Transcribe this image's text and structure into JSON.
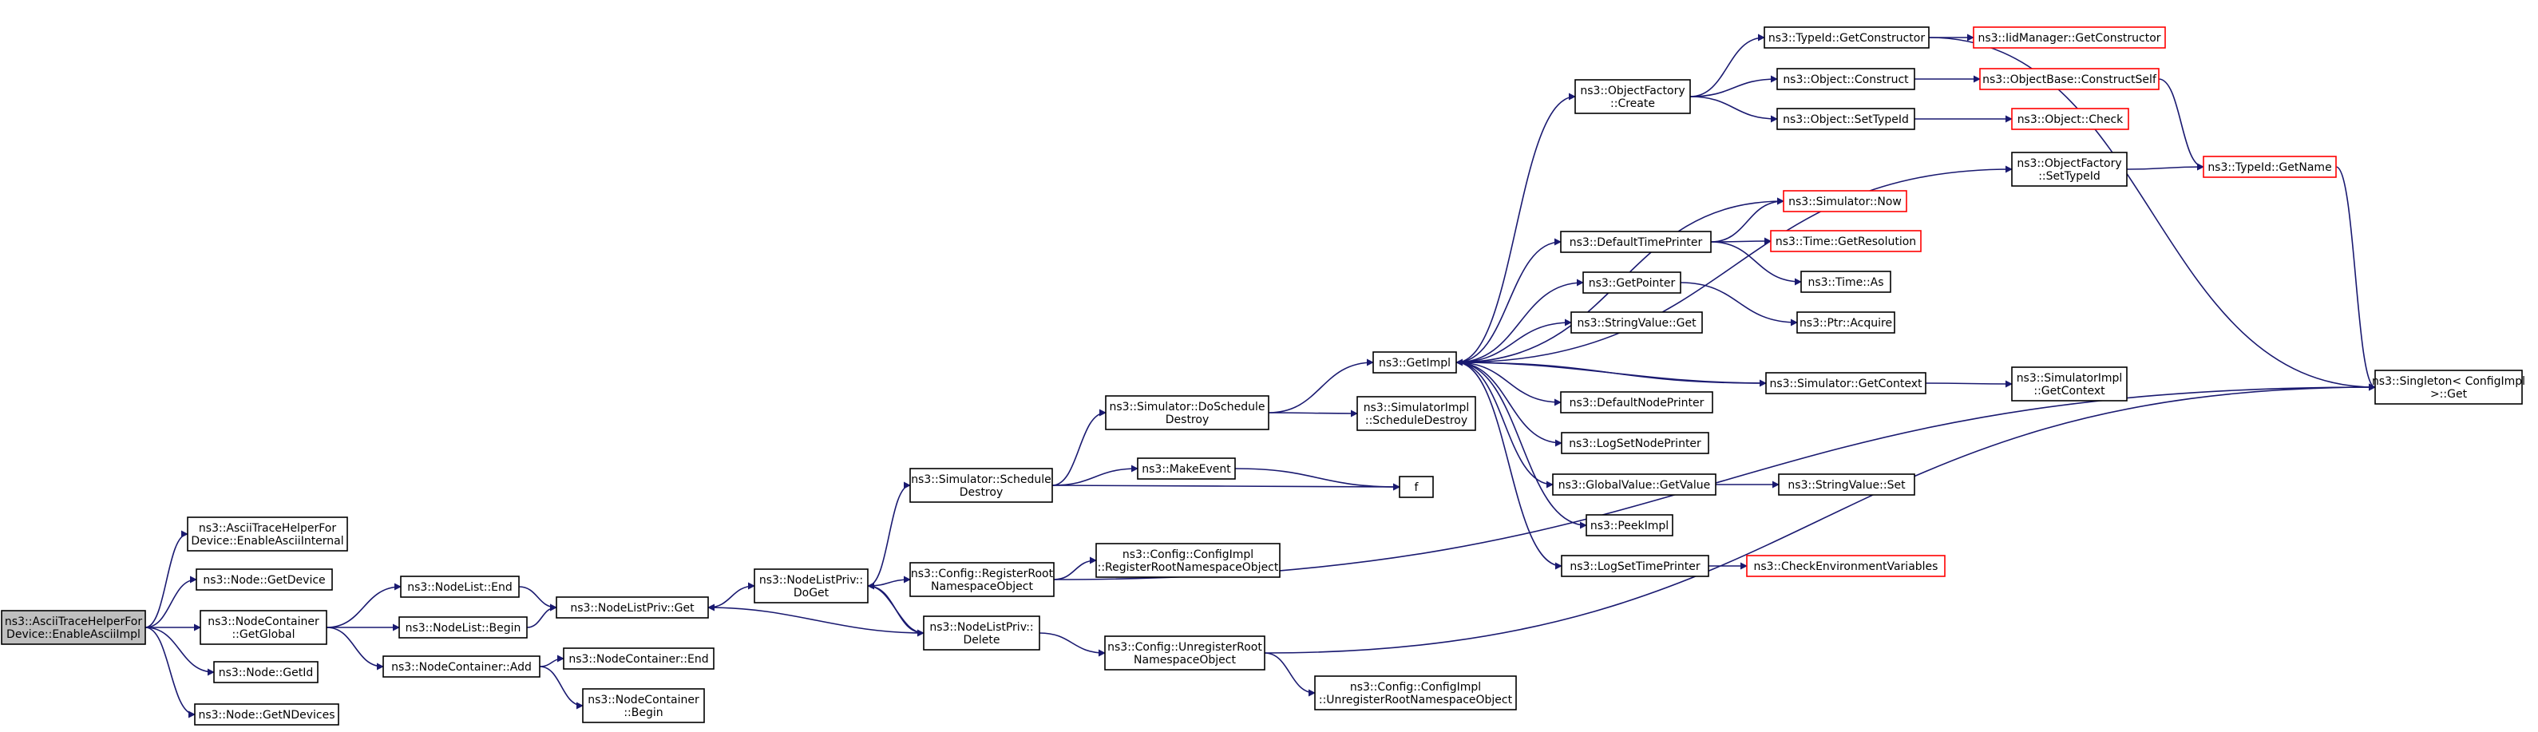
{
  "colors": {
    "edge": "#191970",
    "node_border": "#000000",
    "node_border_unresolved": "#ff0000",
    "node_fill": "#ffffff",
    "root_fill": "#bfbfbf"
  },
  "nodes": {
    "root": {
      "lines": [
        "ns3::AsciiTraceHelperFor",
        "Device::EnableAsciiImpl"
      ]
    },
    "enableAsciiInternal": {
      "lines": [
        "ns3::AsciiTraceHelperFor",
        "Device::EnableAsciiInternal"
      ]
    },
    "nodeGetDevice": {
      "lines": [
        "ns3::Node::GetDevice"
      ]
    },
    "nodeContainerGetGlobal": {
      "lines": [
        "ns3::NodeContainer",
        "::GetGlobal"
      ]
    },
    "nodeGetId": {
      "lines": [
        "ns3::Node::GetId"
      ]
    },
    "nodeGetNDevices": {
      "lines": [
        "ns3::Node::GetNDevices"
      ]
    },
    "nodeListEnd": {
      "lines": [
        "ns3::NodeList::End"
      ]
    },
    "nodeListBegin": {
      "lines": [
        "ns3::NodeList::Begin"
      ]
    },
    "nodeContainerAdd": {
      "lines": [
        "ns3::NodeContainer::Add"
      ]
    },
    "nodeListPrivGet": {
      "lines": [
        "ns3::NodeListPriv::Get"
      ]
    },
    "nodeContainerEnd": {
      "lines": [
        "ns3::NodeContainer::End"
      ]
    },
    "nodeContainerBegin": {
      "lines": [
        "ns3::NodeContainer",
        "::Begin"
      ]
    },
    "nodeListPrivDoGet": {
      "lines": [
        "ns3::NodeListPriv::",
        "DoGet"
      ]
    },
    "simulatorScheduleDestroy": {
      "lines": [
        "ns3::Simulator::Schedule",
        "Destroy"
      ]
    },
    "configRegisterRoot": {
      "lines": [
        "ns3::Config::RegisterRoot",
        "NamespaceObject"
      ]
    },
    "nodeListPrivDelete": {
      "lines": [
        "ns3::NodeListPriv::",
        "Delete"
      ]
    },
    "simulatorDoScheduleDestroy": {
      "lines": [
        "ns3::Simulator::DoSchedule",
        "Destroy"
      ]
    },
    "makeEvent": {
      "lines": [
        "ns3::MakeEvent"
      ]
    },
    "configImplRegisterRoot": {
      "lines": [
        "ns3::Config::ConfigImpl",
        "::RegisterRootNamespaceObject"
      ]
    },
    "configUnregisterRoot": {
      "lines": [
        "ns3::Config::UnregisterRoot",
        "NamespaceObject"
      ]
    },
    "configImplUnregisterRoot": {
      "lines": [
        "ns3::Config::ConfigImpl",
        "::UnregisterRootNamespaceObject"
      ]
    },
    "getImpl": {
      "lines": [
        "ns3::GetImpl"
      ]
    },
    "simulatorImplScheduleDestroy": {
      "lines": [
        "ns3::SimulatorImpl",
        "::ScheduleDestroy"
      ]
    },
    "f": {
      "lines": [
        "f"
      ]
    },
    "objectFactoryCreate": {
      "lines": [
        "ns3::ObjectFactory",
        "::Create"
      ]
    },
    "defaultTimePrinter": {
      "lines": [
        "ns3::DefaultTimePrinter"
      ]
    },
    "getPointer": {
      "lines": [
        "ns3::GetPointer"
      ]
    },
    "stringValueGet": {
      "lines": [
        "ns3::StringValue::Get"
      ]
    },
    "defaultNodePrinter": {
      "lines": [
        "ns3::DefaultNodePrinter"
      ]
    },
    "logSetNodePrinter": {
      "lines": [
        "ns3::LogSetNodePrinter"
      ]
    },
    "globalValueGetValue": {
      "lines": [
        "ns3::GlobalValue::GetValue"
      ]
    },
    "peekImpl": {
      "lines": [
        "ns3::PeekImpl"
      ]
    },
    "logSetTimePrinter": {
      "lines": [
        "ns3::LogSetTimePrinter"
      ]
    },
    "typeIdGetConstructor": {
      "lines": [
        "ns3::TypeId::GetConstructor"
      ]
    },
    "objectConstruct": {
      "lines": [
        "ns3::Object::Construct"
      ]
    },
    "objectSetTypeId": {
      "lines": [
        "ns3::Object::SetTypeId"
      ]
    },
    "objectFactorySetTypeId": {
      "lines": [
        "ns3::ObjectFactory",
        "::SetTypeId"
      ]
    },
    "simulatorNow": {
      "lines": [
        "ns3::Simulator::Now"
      ]
    },
    "timeGetResolution": {
      "lines": [
        "ns3::Time::GetResolution"
      ]
    },
    "timeAs": {
      "lines": [
        "ns3::Time::As"
      ]
    },
    "ptrAcquire": {
      "lines": [
        "ns3::Ptr::Acquire"
      ]
    },
    "simulatorGetContext": {
      "lines": [
        "ns3::Simulator::GetContext"
      ]
    },
    "stringValueSet": {
      "lines": [
        "ns3::StringValue::Set"
      ]
    },
    "checkEnvironmentVariables": {
      "lines": [
        "ns3::CheckEnvironmentVariables"
      ]
    },
    "iidManagerGetConstructor": {
      "lines": [
        "ns3::IidManager::GetConstructor"
      ]
    },
    "objectBaseConstructSelf": {
      "lines": [
        "ns3::ObjectBase::ConstructSelf"
      ]
    },
    "objectCheck": {
      "lines": [
        "ns3::Object::Check"
      ]
    },
    "typeIdGetName": {
      "lines": [
        "ns3::TypeId::GetName"
      ]
    },
    "simulatorImplGetContext": {
      "lines": [
        "ns3::SimulatorImpl",
        "::GetContext"
      ]
    },
    "singletonGet": {
      "lines": [
        "ns3::Singleton< ConfigImpl",
        " >::Get"
      ]
    }
  },
  "edges": [
    [
      "root",
      "enableAsciiInternal"
    ],
    [
      "root",
      "nodeGetDevice"
    ],
    [
      "root",
      "nodeContainerGetGlobal"
    ],
    [
      "root",
      "nodeGetId"
    ],
    [
      "root",
      "nodeGetNDevices"
    ],
    [
      "nodeContainerGetGlobal",
      "nodeListEnd"
    ],
    [
      "nodeContainerGetGlobal",
      "nodeListBegin"
    ],
    [
      "nodeContainerGetGlobal",
      "nodeContainerAdd"
    ],
    [
      "nodeListEnd",
      "nodeListPrivGet"
    ],
    [
      "nodeListBegin",
      "nodeListPrivGet"
    ],
    [
      "nodeContainerAdd",
      "nodeContainerEnd"
    ],
    [
      "nodeContainerAdd",
      "nodeContainerBegin"
    ],
    [
      "nodeListPrivGet",
      "nodeListPrivDoGet"
    ],
    [
      "nodeListPrivDoGet",
      "simulatorScheduleDestroy"
    ],
    [
      "nodeListPrivDoGet",
      "configRegisterRoot"
    ],
    [
      "nodeListPrivDoGet",
      "nodeListPrivDelete"
    ],
    [
      "nodeListPrivDelete",
      "nodeListPrivGet"
    ],
    [
      "nodeListPrivDelete",
      "nodeListPrivDoGet"
    ],
    [
      "nodeListPrivDelete",
      "configUnregisterRoot"
    ],
    [
      "simulatorScheduleDestroy",
      "simulatorDoScheduleDestroy"
    ],
    [
      "simulatorScheduleDestroy",
      "makeEvent"
    ],
    [
      "simulatorScheduleDestroy",
      "f"
    ],
    [
      "makeEvent",
      "f"
    ],
    [
      "configRegisterRoot",
      "configImplRegisterRoot"
    ],
    [
      "configRegisterRoot",
      "singletonGet"
    ],
    [
      "configUnregisterRoot",
      "configImplUnregisterRoot"
    ],
    [
      "configUnregisterRoot",
      "singletonGet"
    ],
    [
      "simulatorDoScheduleDestroy",
      "getImpl"
    ],
    [
      "simulatorDoScheduleDestroy",
      "simulatorImplScheduleDestroy"
    ],
    [
      "getImpl",
      "objectFactoryCreate"
    ],
    [
      "getImpl",
      "objectFactorySetTypeId"
    ],
    [
      "getImpl",
      "simulatorNow"
    ],
    [
      "getImpl",
      "defaultTimePrinter"
    ],
    [
      "getImpl",
      "getPointer"
    ],
    [
      "getImpl",
      "stringValueGet"
    ],
    [
      "getImpl",
      "simulatorGetContext"
    ],
    [
      "getImpl",
      "defaultNodePrinter"
    ],
    [
      "getImpl",
      "logSetNodePrinter"
    ],
    [
      "getImpl",
      "globalValueGetValue"
    ],
    [
      "getImpl",
      "peekImpl"
    ],
    [
      "getImpl",
      "logSetTimePrinter"
    ],
    [
      "defaultTimePrinter",
      "simulatorNow"
    ],
    [
      "defaultTimePrinter",
      "timeGetResolution"
    ],
    [
      "defaultTimePrinter",
      "timeAs"
    ],
    [
      "getPointer",
      "ptrAcquire"
    ],
    [
      "simulatorGetContext",
      "getImpl"
    ],
    [
      "simulatorGetContext",
      "simulatorImplGetContext"
    ],
    [
      "globalValueGetValue",
      "stringValueSet"
    ],
    [
      "logSetTimePrinter",
      "checkEnvironmentVariables"
    ],
    [
      "objectFactoryCreate",
      "typeIdGetConstructor"
    ],
    [
      "objectFactoryCreate",
      "objectConstruct"
    ],
    [
      "objectFactoryCreate",
      "objectSetTypeId"
    ],
    [
      "typeIdGetConstructor",
      "iidManagerGetConstructor"
    ],
    [
      "typeIdGetConstructor",
      "singletonGet"
    ],
    [
      "objectConstruct",
      "objectBaseConstructSelf"
    ],
    [
      "objectSetTypeId",
      "objectCheck"
    ],
    [
      "objectBaseConstructSelf",
      "typeIdGetName"
    ],
    [
      "objectFactorySetTypeId",
      "typeIdGetName"
    ],
    [
      "typeIdGetName",
      "singletonGet"
    ]
  ]
}
